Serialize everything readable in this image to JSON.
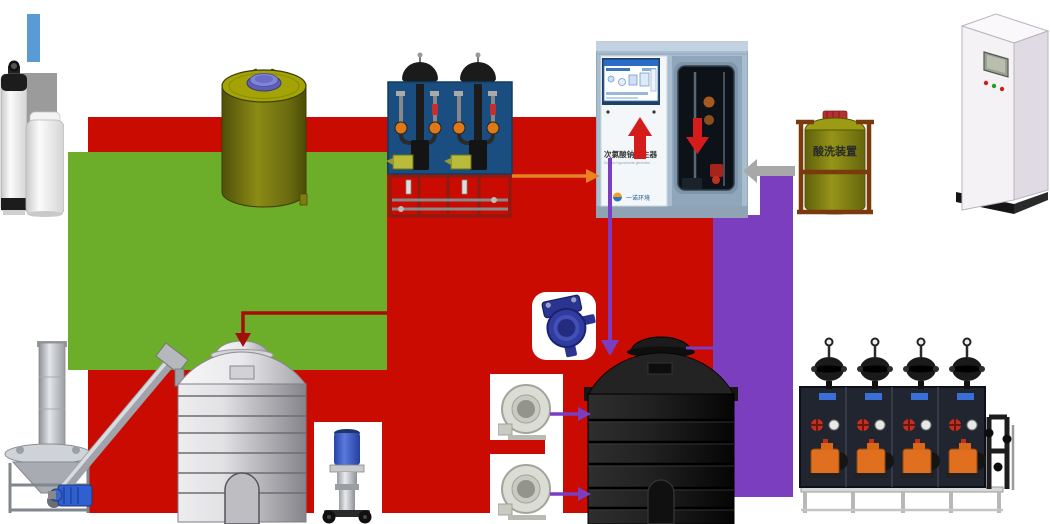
{
  "labels": {
    "generator_title": "次氯酸钠发生器",
    "generator_subtitle": "Sodium hypochlorite generator",
    "generator_brand": "一诺环境",
    "acid_wash_label": "酸洗装置"
  },
  "colors": {
    "zone_red": "#C90B02",
    "zone_green": "#6CAD29",
    "zone_purple": "#7B3EBE",
    "arrow_orange": "#E8821E",
    "arrow_dark_red": "#A50D0D",
    "arrow_purple": "#7B3EC0",
    "arrow_gray": "#A8A8A8",
    "blue_bar": "#5B9BD5"
  },
  "equipment": [
    "water-softener",
    "chemical-mixing-tank",
    "dosing-pump-skid-blue",
    "sodium-hypochlorite-generator-cabinet",
    "acid-wash-tank",
    "electrical-control-cabinet",
    "screw-conveyor-feeder",
    "silver-storage-tank",
    "vertical-multistage-pump",
    "gas-detector",
    "centrifugal-blower-1",
    "centrifugal-blower-2",
    "black-storage-tank",
    "metering-pump-skid"
  ]
}
